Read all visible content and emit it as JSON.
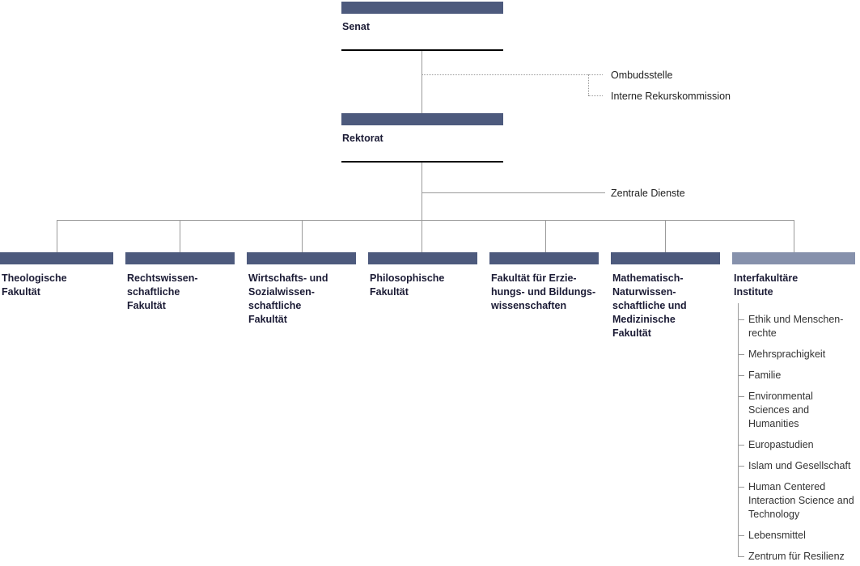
{
  "colors": {
    "bar_dark": "#4d5a7d",
    "bar_light": "#8691ac",
    "heading_text": "#1b1b35",
    "body_text": "#333333",
    "connector_gray": "#9a9a9a",
    "connector_black": "#000000"
  },
  "governance": {
    "senat": "Senat",
    "rektorat": "Rektorat",
    "ombudsstelle": "Ombudsstelle",
    "interne_rekurskommission": "Interne Rekurskommission",
    "zentrale_dienste": "Zentrale Dienste"
  },
  "faculties": [
    {
      "label": "Theologische\nFakultät"
    },
    {
      "label": "Rechtswissen-\nschaftliche\nFakultät"
    },
    {
      "label": "Wirtschafts- und\nSozialwissen-\nschaftliche\nFakultät"
    },
    {
      "label": "Philosophische\nFakultät"
    },
    {
      "label": "Fakultät für Erzie-\nhungs- und Bildungs-\nwissenschaften"
    },
    {
      "label": "Mathematisch-\nNaturwissen-\nschaftliche und\nMedizinische\nFakultät"
    },
    {
      "label": "Interfakultäre\nInstitute"
    }
  ],
  "interfaculty_institutes": [
    "Ethik und Menschen-\nrechte",
    "Mehrsprachigkeit",
    "Familie",
    "Environmental\nSciences and\nHumanities",
    "Europastudien",
    "Islam und Gesellschaft",
    "Human Centered\nInteraction Science and\nTechnology",
    "Lebensmittel",
    "Zentrum für Resilienz"
  ]
}
